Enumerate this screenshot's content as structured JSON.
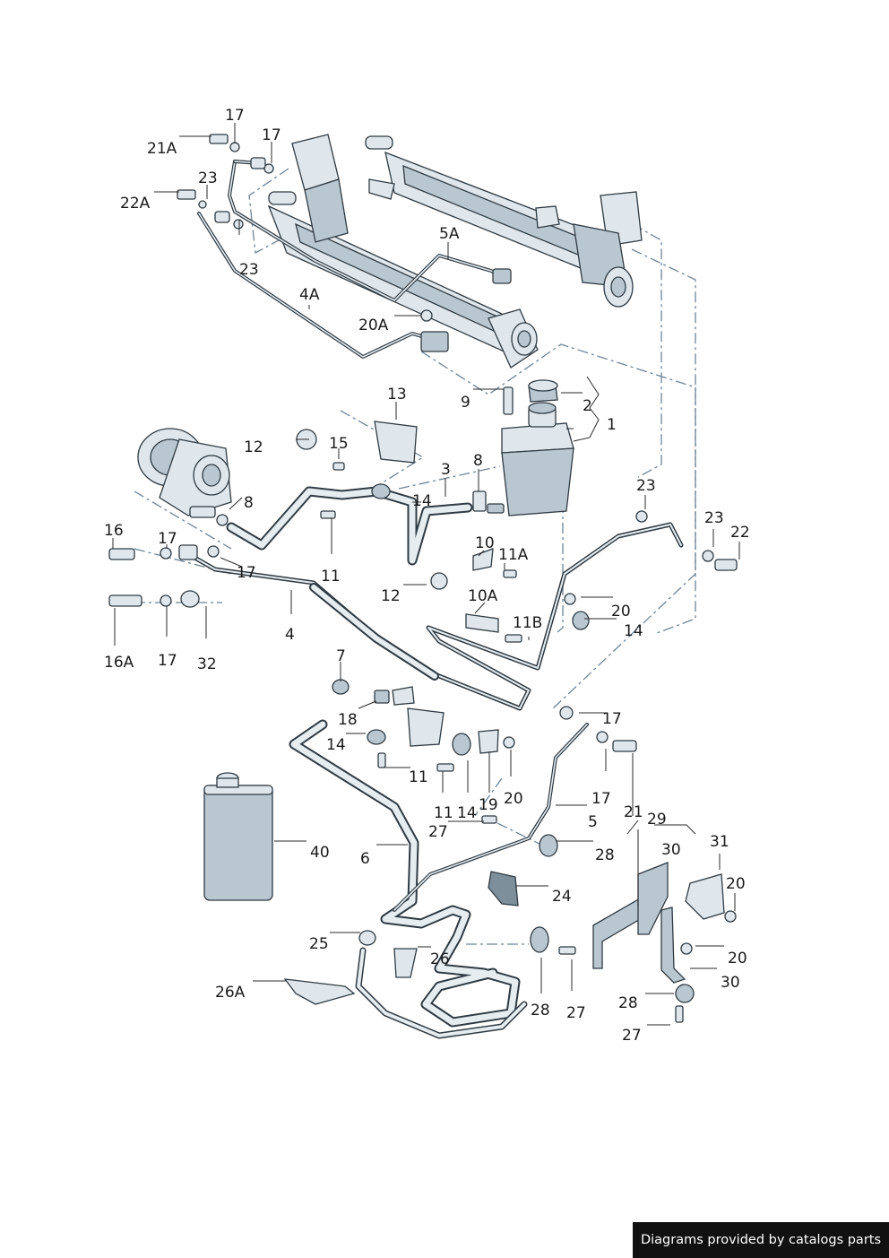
{
  "labels": {
    "p17a": "17",
    "p21A": "21A",
    "p17b": "17",
    "p23a": "23",
    "p22A": "22A",
    "p23b": "23",
    "p5A": "5A",
    "p4A": "4A",
    "p20A": "20A",
    "p13": "13",
    "p9": "9",
    "p2": "2",
    "p1": "1",
    "p12a": "12",
    "p15": "15",
    "p3": "3",
    "p8a": "8",
    "p8b": "8",
    "p14a": "14",
    "p16": "16",
    "p17c": "17",
    "p17d": "17",
    "p11a": "11",
    "p10": "10",
    "p11A": "11A",
    "p12b": "12",
    "p10A": "10A",
    "p4": "4",
    "p11B": "11B",
    "p23c": "23",
    "p23d": "23",
    "p22": "22",
    "p20a": "20",
    "p14b": "14",
    "p16A": "16A",
    "p17e": "17",
    "p32": "32",
    "p7": "7",
    "p18": "18",
    "p14c": "14",
    "p11b": "11",
    "p17f": "17",
    "p11c": "11",
    "p14d": "14",
    "p19": "19",
    "p20b": "20",
    "p17g": "17",
    "p27a": "27",
    "p5": "5",
    "p21": "21",
    "p29": "29",
    "p30a": "30",
    "p31": "31",
    "p28a": "28",
    "p40": "40",
    "p6": "6",
    "p24": "24",
    "p20c": "20",
    "p25": "25",
    "p26": "26",
    "p20d": "20",
    "p26A": "26A",
    "p28b": "28",
    "p27b": "27",
    "p30b": "30",
    "p28c": "28",
    "p27c": "27"
  },
  "footer": {
    "text": "Diagrams provided by catalogs parts"
  },
  "colors": {
    "line": "#2f3a42",
    "part": "#dfe7ec",
    "dash": "#6f8494",
    "footer_bg": "#111111"
  }
}
